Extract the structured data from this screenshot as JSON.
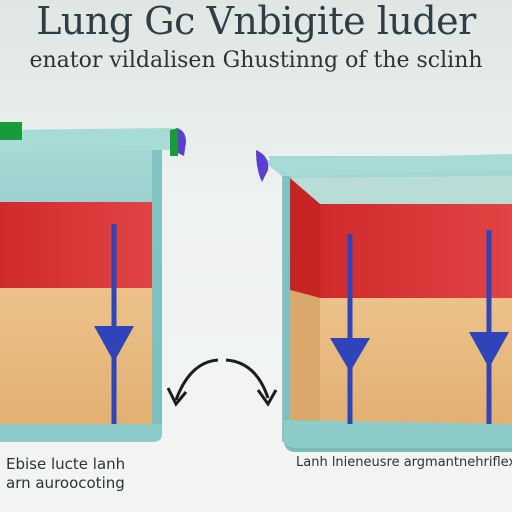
{
  "title": "Lung Gc Vnbigite luder",
  "subtitle": "enator vildalisen Ghustinng of the sclinh",
  "captions": {
    "left_line1": "Ebise lucte lanh",
    "left_line2": "arn auroocoting",
    "right_line1": "Lanh lnieneusre argmantnehriflex"
  },
  "colors": {
    "red_layer": "#d93535",
    "tan_layer": "#e7ba7b",
    "container": "#8cc8c8",
    "arrow": "#2f44b8",
    "accent_green": "#1a9a3a",
    "accent_purple": "#5a3fd1"
  },
  "icons": [
    "curved-arrow-left-icon",
    "curved-arrow-right-icon"
  ]
}
